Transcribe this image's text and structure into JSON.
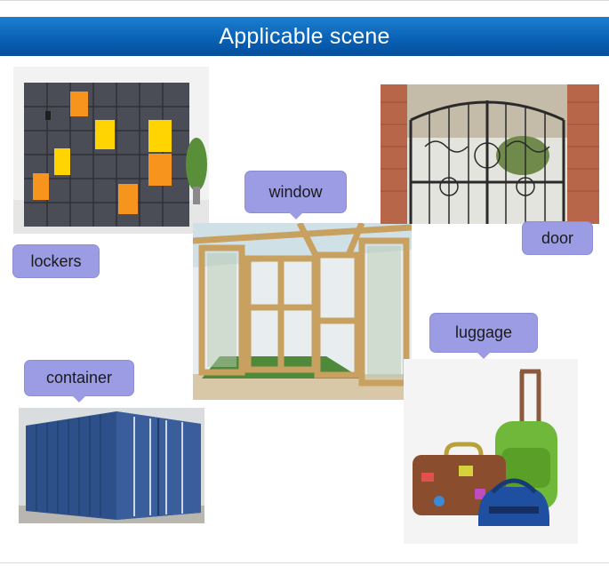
{
  "banner": {
    "title": "Applicable scene"
  },
  "labels": {
    "lockers": "lockers",
    "window": "window",
    "door": "door",
    "luggage": "luggage",
    "container": "container"
  },
  "colors": {
    "banner_blue": "#0a62b6",
    "tag_fill": "#9c9ce4",
    "locker_orange": "#f7941d",
    "locker_yellow": "#ffd400",
    "container_blue": "#2d4f8a"
  },
  "images": {
    "lockers": "lockers-photo",
    "window": "sunroom-window-photo",
    "door": "iron-gate-photo",
    "container": "shipping-container-photo",
    "luggage": "luggage-photo"
  }
}
